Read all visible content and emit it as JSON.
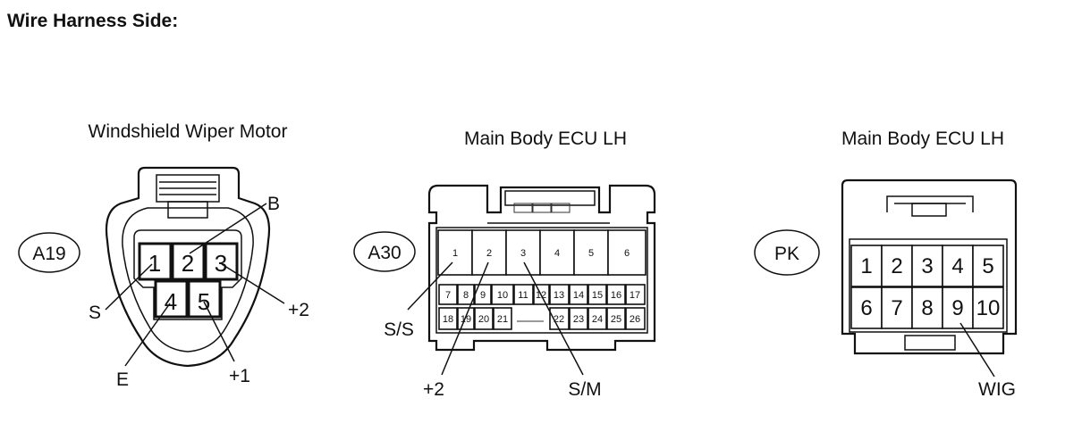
{
  "header": {
    "title": "Wire Harness Side:"
  },
  "connectors": [
    {
      "id": "A19",
      "name": "Windshield Wiper Motor",
      "pins_top": [
        "1",
        "2",
        "3"
      ],
      "pins_bottom": [
        "4",
        "5"
      ],
      "callouts": [
        "B",
        "S",
        "+2",
        "E",
        "+1"
      ]
    },
    {
      "id": "A30",
      "name": "Main Body ECU LH",
      "pins_top": [
        "1",
        "2",
        "3",
        "4",
        "5",
        "6"
      ],
      "pins_mid": [
        "7",
        "8",
        "9",
        "10",
        "11",
        "12",
        "13",
        "14",
        "15",
        "16",
        "17"
      ],
      "pins_low_left": [
        "18",
        "19",
        "20",
        "21"
      ],
      "pins_low_right": [
        "22",
        "23",
        "24",
        "25",
        "26"
      ],
      "callouts": [
        "S/S",
        "+2",
        "S/M"
      ]
    },
    {
      "id": "PK",
      "name": "Main Body ECU LH",
      "pins_top": [
        "1",
        "2",
        "3",
        "4",
        "5"
      ],
      "pins_bottom": [
        "6",
        "7",
        "8",
        "9",
        "10"
      ],
      "callouts": [
        "WIG"
      ]
    }
  ]
}
